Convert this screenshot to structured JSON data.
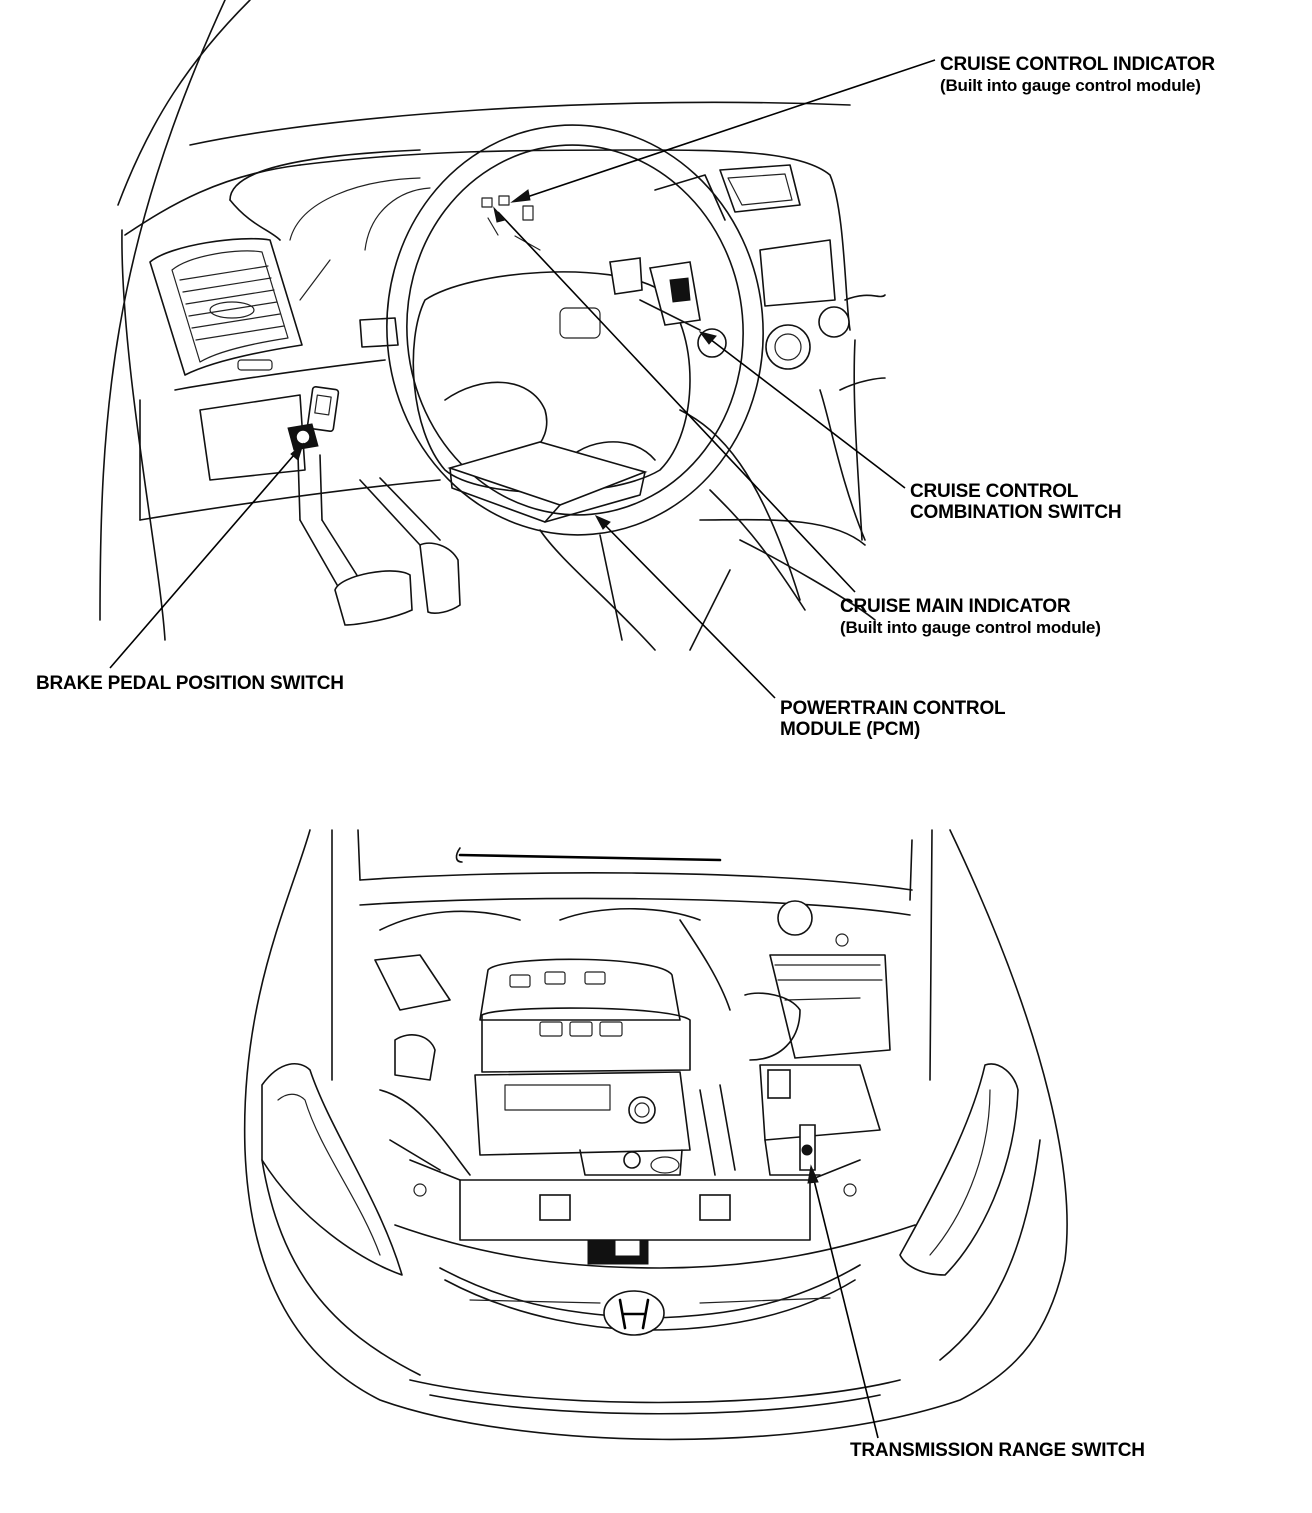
{
  "labels": {
    "cruise_control_indicator": {
      "line1": "CRUISE CONTROL INDICATOR",
      "line2": "(Built into gauge control module)"
    },
    "cruise_control_combination_switch": {
      "line1": "CRUISE CONTROL",
      "line2": "COMBINATION SWITCH"
    },
    "cruise_main_indicator": {
      "line1": "CRUISE MAIN INDICATOR",
      "line2": "(Built into gauge control module)"
    },
    "brake_pedal_position_switch": {
      "line1": "BRAKE PEDAL POSITION SWITCH"
    },
    "powertrain_control_module": {
      "line1": "POWERTRAIN CONTROL",
      "line2": "MODULE (PCM)"
    },
    "transmission_range_switch": {
      "line1": "TRANSMISSION RANGE SWITCH"
    }
  }
}
